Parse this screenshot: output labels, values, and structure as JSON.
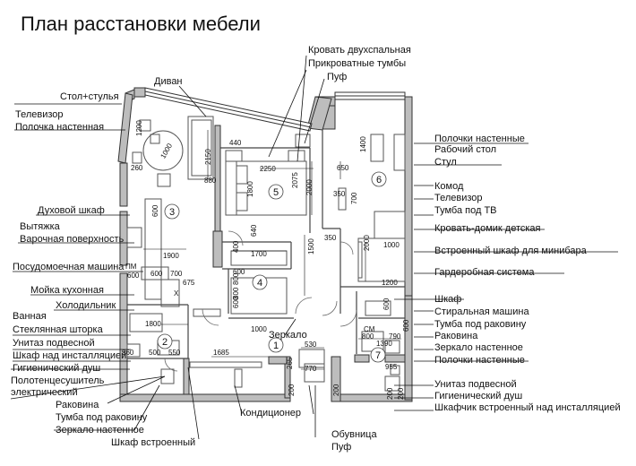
{
  "title": "План расстановки мебели",
  "left_labels": [
    "Стол+стулья",
    "Телевизор",
    "Полочка настенная",
    "Диван",
    "Духовой шкаф",
    "Вытяжка",
    "Варочная поверхность",
    "Посудомоечная машина",
    "Мойка кухонная",
    "Холодильник",
    "Ванная",
    "Стеклянная шторка",
    "Унитаз подвесной",
    "Шкаф над инсталляцией",
    "Гигиенический душ",
    "Полотенцесушитель",
    "электрический",
    "Раковина",
    "Тумба под раковину",
    "Зеркало настенное",
    "Шкаф встроенный",
    "Кондиционер",
    "Зеркало",
    "Обувница",
    "Пуф"
  ],
  "top_labels": [
    "Кровать двухспальная",
    "Прикроватные тумбы",
    "Пуф"
  ],
  "right_labels": [
    "Полочки настенные",
    "Рабочий стол",
    "Стул",
    "Комод",
    "Телевизор",
    "Тумба под ТВ",
    "Кровать-домик детская",
    "Встроенный шкаф для минибара",
    "Гардеробная система",
    "Шкаф",
    "Стиральная машина",
    "Тумба под раковину",
    "Раковина",
    "Зеркало настенное",
    "Полочки настенные",
    "Унитаз подвесной",
    "Гигиенический душ",
    "Шкафчик встроенный над инсталляцией"
  ],
  "room_numbers": [
    "1",
    "2",
    "3",
    "4",
    "5",
    "6",
    "7"
  ],
  "dims": [
    "1200",
    "1000",
    "260",
    "2150",
    "880",
    "440",
    "2250",
    "1800",
    "2075",
    "2000",
    "640",
    "1700",
    "1500",
    "350",
    "650",
    "1400",
    "350",
    "700",
    "1000",
    "2000",
    "1200",
    "600",
    "1900",
    "600",
    "600",
    "700",
    "675",
    "800",
    "600",
    "1800",
    "600",
    "1000",
    "1685",
    "550",
    "500",
    "360",
    "530",
    "770",
    "200",
    "200",
    "265",
    "600",
    "1390",
    "800",
    "790",
    "955",
    "200",
    "200",
    "X",
    "ПМ",
    "СМ",
    "600",
    "800",
    "400"
  ]
}
